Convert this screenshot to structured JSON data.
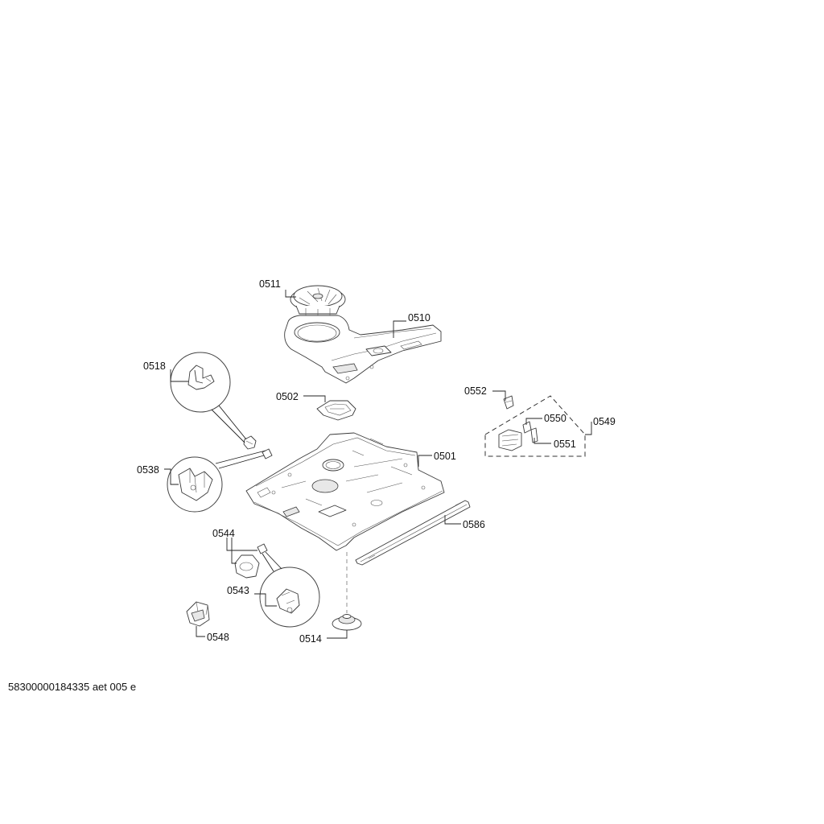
{
  "document_id": "58300000184335 aet 005 e",
  "parts": {
    "p0511": "0511",
    "p0510": "0510",
    "p0518": "0518",
    "p0502": "0502",
    "p0552": "0552",
    "p0550": "0550",
    "p0549": "0549",
    "p0551": "0551",
    "p0538": "0538",
    "p0501": "0501",
    "p0586": "0586",
    "p0544": "0544",
    "p0543": "0543",
    "p0548": "0548",
    "p0514": "0514"
  }
}
